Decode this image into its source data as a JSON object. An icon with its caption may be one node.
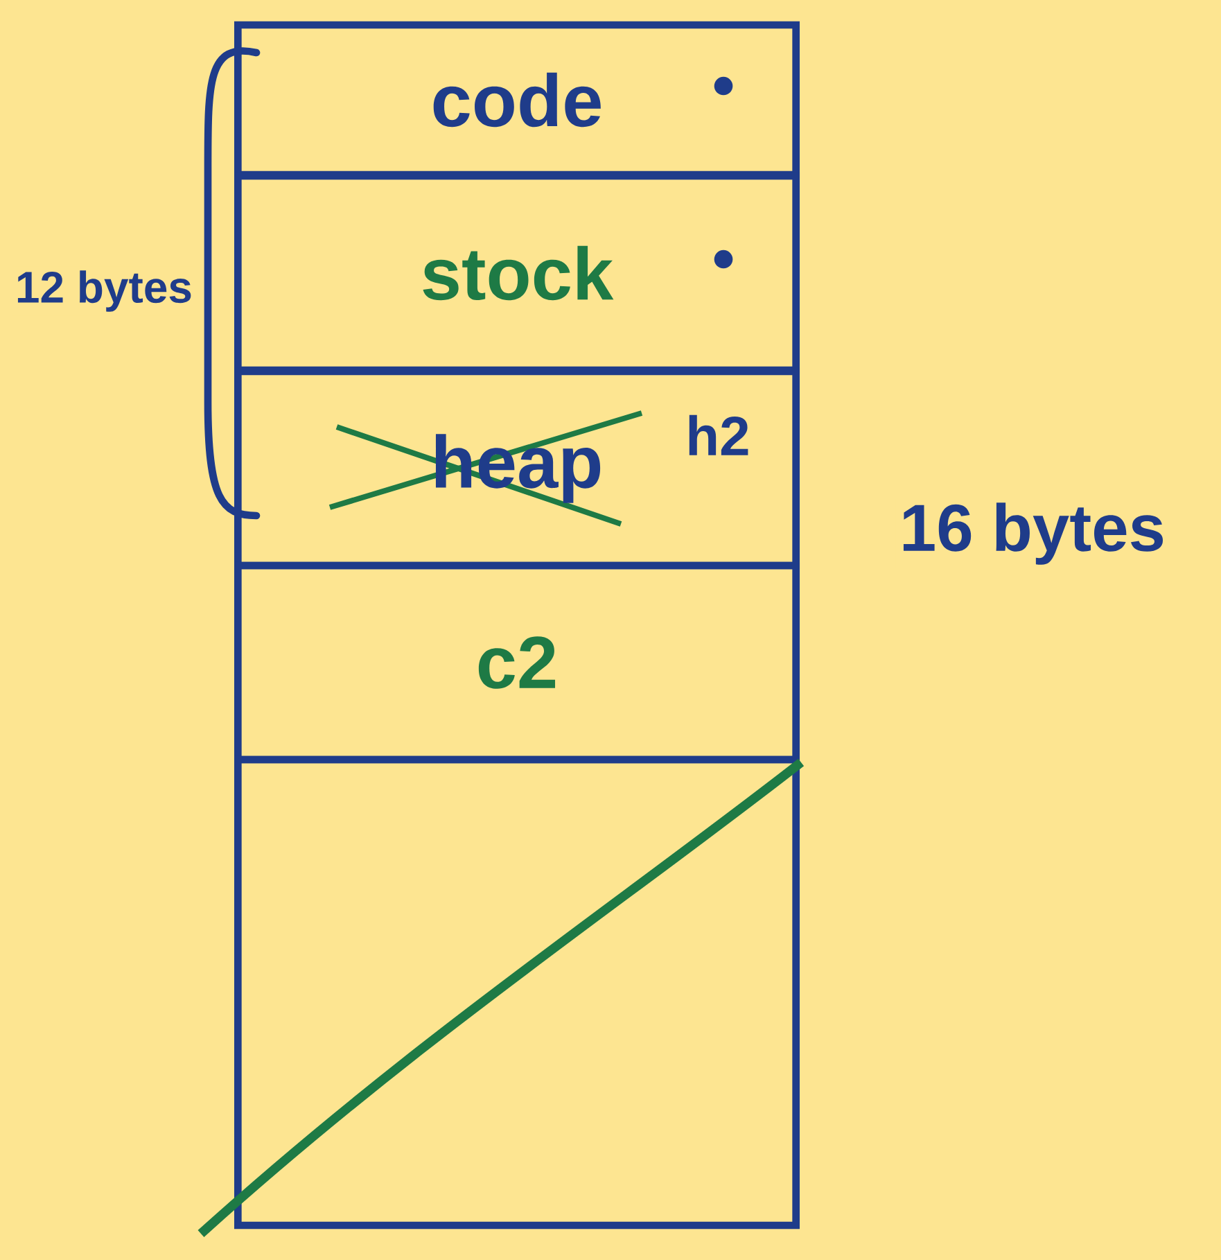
{
  "diagram": {
    "nodes": [
      {
        "text": [
          "code"
        ]
      },
      {
        "text": [
          "stock"
        ]
      },
      {
        "text": [
          "heap",
          "h2"
        ]
      },
      {
        "text": [
          "c2"
        ]
      },
      {
        "text": [],
        "shape": "box"
      }
    ],
    "labels": [
      "12 bytes",
      "16 bytes"
    ]
  }
}
